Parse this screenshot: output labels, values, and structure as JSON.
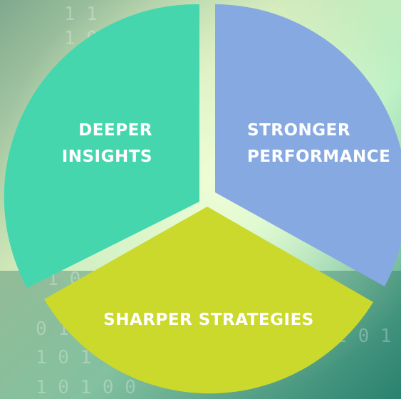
{
  "background": {
    "binary_rows": [
      "1            1",
      "1        0   1",
      "0 1 0 1 1 0",
      "0 1 0 1 1 0",
      "0 1 0 1 0",
      "1 0 1 0 0",
      "1 0 1 0 0"
    ]
  },
  "segments": [
    {
      "id": "deeper-insights",
      "line1": "DEEPER",
      "line2": "INSIGHTS",
      "color": "#45d6ae"
    },
    {
      "id": "stronger-performance",
      "line1": "STRONGER",
      "line2": "PERFORMANCE",
      "color": "#86a9e2"
    },
    {
      "id": "sharper-strategies",
      "line1": "SHARPER STRATEGIES",
      "line2": "",
      "color": "#cbd82c"
    }
  ]
}
